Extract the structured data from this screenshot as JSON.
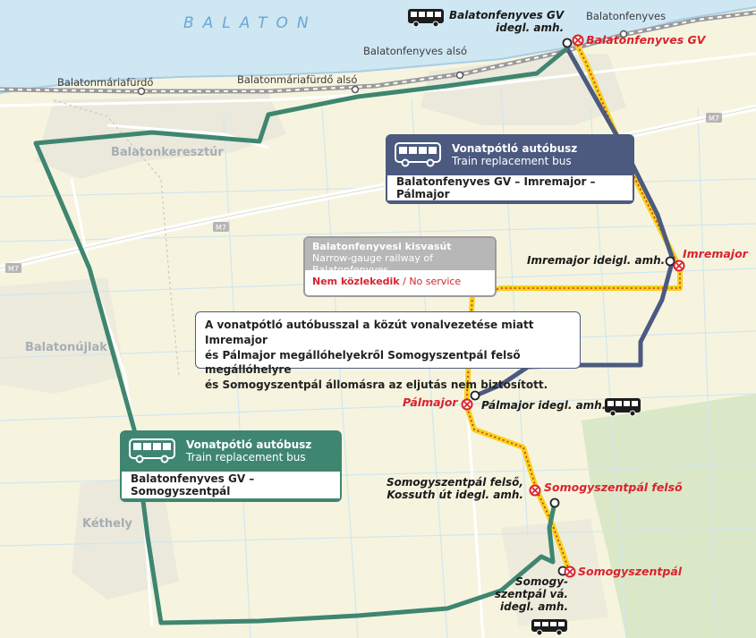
{
  "lake_name": "BALATON",
  "places": {
    "balatonkeresztur": "Balatonkeresztúr",
    "balatonujlak": "Balatonújlak",
    "kethely": "Kéthely"
  },
  "railway_stations": {
    "balatonmariafurdo": "Balatonmáriafürdő",
    "balatonmariafurdo_also": "Balatonmáriafürdő alsó",
    "balatonfenyves_also": "Balatonfenyves alsó",
    "balatonfenyves": "Balatonfenyves"
  },
  "road_signs": {
    "m7": "M7"
  },
  "closed_stations": {
    "balatonfenyves_gv": "Balatonfenyves GV",
    "imremajor": "Imremajor",
    "palmajor": "Pálmajor",
    "somogyszentpal_felso": "Somogyszentpál felső",
    "somogyszentpal": "Somogyszentpál"
  },
  "temporary_stops": {
    "balatonfenyves_gv": [
      "Balatonfenyves GV",
      "idegl. amh."
    ],
    "imremajor": "Imremajor ideigl. amh.",
    "palmajor": "Pálmajor idegl. amh.",
    "somogyszentpal_felso": [
      "Somogyszentpál felső,",
      "Kossuth út idegl. amh."
    ],
    "somogyszentpal_va": [
      "Somogy-",
      "szentpál vá.",
      "idegl. amh."
    ]
  },
  "bus_box_blue": {
    "title_hu": "Vonatpótló autóbusz",
    "title_en": "Train replacement bus",
    "route": "Balatonfenyves GV – Imremajor – Pálmajor",
    "color": "#4c5a80"
  },
  "bus_box_green": {
    "title_hu": "Vonatpótló autóbusz",
    "title_en": "Train replacement bus",
    "route": "Balatonfenyves GV – Somogyszentpál",
    "color": "#3f8671"
  },
  "railway_box": {
    "title_hu": "Balatonfenyvesi kisvasút",
    "title_en": "Narrow-gauge railway of Balatonfenyves",
    "status_hu": "Nem közlekedik",
    "status_sep": "/",
    "status_en": "No service"
  },
  "notice": {
    "lines": [
      "A vonatpótló autóbusszal a közút vonalvezetése miatt Imremajor",
      "és Pálmajor megállóhelyekről Somogyszentpál felső megállóhelyre",
      "és Somogyszentpál állomásra az eljutás nem biztosított."
    ]
  },
  "colors": {
    "lake": "#cfe6f3",
    "land": "#f6f4df",
    "forest": "#dbe8c8",
    "blue_route": "#4c5a80",
    "green_route": "#3f8671",
    "narrow_gauge": "#f5d21a",
    "closed": "#d9232e"
  },
  "icons": {
    "bus": "bus-icon",
    "closed_stop": "closed-stop-icon",
    "temporary_stop": "temporary-stop-icon"
  }
}
